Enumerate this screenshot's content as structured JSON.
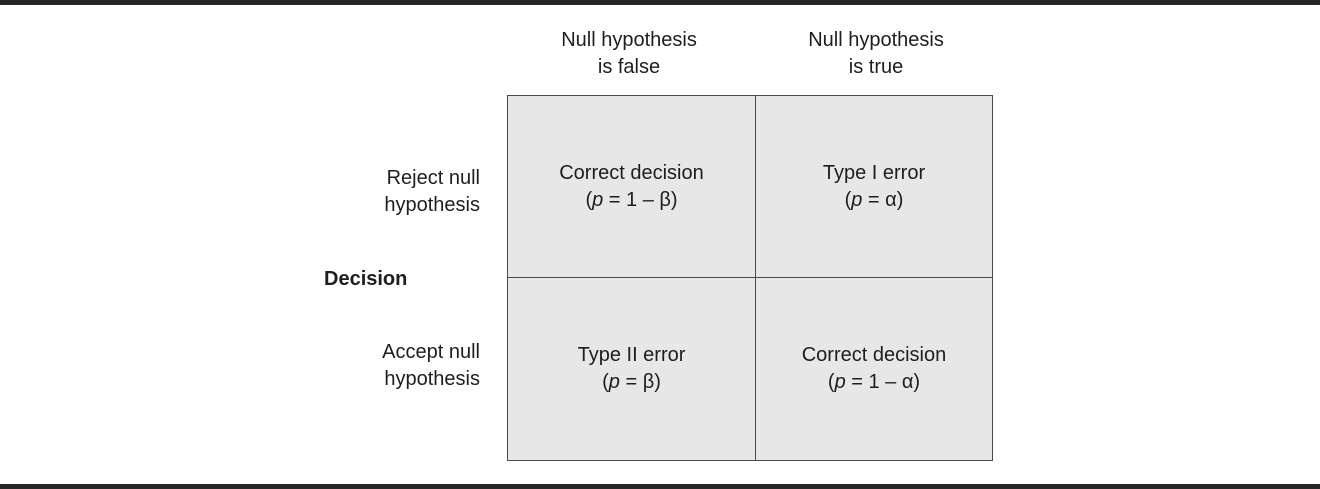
{
  "columns": [
    {
      "line1": "Null hypothesis",
      "line2": "is false"
    },
    {
      "line1": "Null hypothesis",
      "line2": "is true"
    }
  ],
  "rows": [
    {
      "line1": "Reject null",
      "line2": "hypothesis"
    },
    {
      "line1": "Accept null",
      "line2": "hypothesis"
    }
  ],
  "row_axis_label": "Decision",
  "cells": [
    [
      {
        "title": "Correct decision",
        "p_symbol": "p",
        "expr": " = 1 – β"
      },
      {
        "title": "Type I error",
        "p_symbol": "p",
        "expr": " = α"
      }
    ],
    [
      {
        "title": "Type II error",
        "p_symbol": "p",
        "expr": " = β"
      },
      {
        "title": "Correct decision",
        "p_symbol": "p",
        "expr": " = 1 – α"
      }
    ]
  ],
  "colors": {
    "cell_fill": "#e7e7e7",
    "rule": "#262626",
    "border": "#4a4a4a"
  }
}
